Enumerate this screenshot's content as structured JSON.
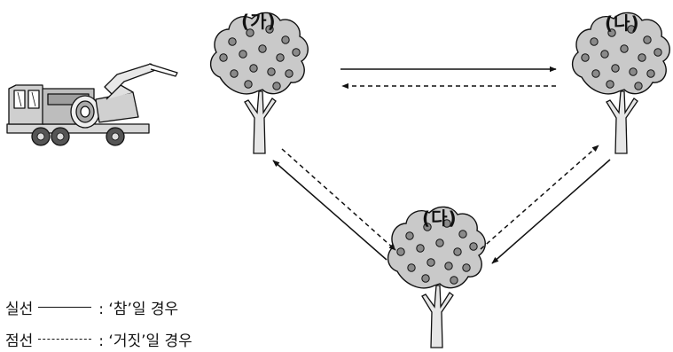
{
  "nodes": [
    {
      "id": "ga",
      "label": "(가)"
    },
    {
      "id": "na",
      "label": "(나)"
    },
    {
      "id": "da",
      "label": "(다)"
    }
  ],
  "edges": [
    {
      "from": "ga",
      "to": "na",
      "style": "solid"
    },
    {
      "from": "na",
      "to": "ga",
      "style": "dashed"
    },
    {
      "from": "ga",
      "to": "da",
      "style": "dashed"
    },
    {
      "from": "da",
      "to": "ga",
      "style": "solid"
    },
    {
      "from": "na",
      "to": "da",
      "style": "solid"
    },
    {
      "from": "da",
      "to": "na",
      "style": "dashed"
    }
  ],
  "legend": {
    "solid": {
      "term": "실선",
      "desc": ": ‘참’일  경우"
    },
    "dashed": {
      "term": "점선",
      "desc": ": ‘거짓’일  경우"
    }
  },
  "colors": {
    "ink": "#111111",
    "foliage": "#c9c9c9",
    "fruit": "#8a8a8a",
    "trunk": "#e6e6e6"
  }
}
